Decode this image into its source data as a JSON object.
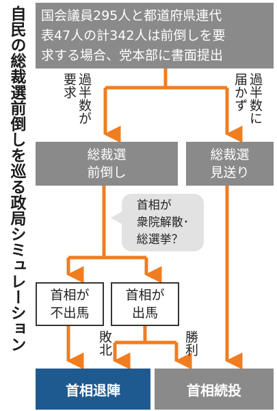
{
  "title": "自民の総裁選前倒しを巡る政局シミュレーション",
  "top_box": {
    "line1": "国会議員295人と都道府県連代",
    "line2": "表47人の計342人は前倒しを要",
    "line3": "求する場合、党本部に書面提出"
  },
  "labels": {
    "majority_col1": "過半数が",
    "majority_col2": "要求",
    "short_col1": "過半数に",
    "short_col2": "届かず",
    "defeat": "敗北",
    "win": "勝利"
  },
  "box_zensai": {
    "line1": "総裁選",
    "line2": "前倒し"
  },
  "box_miokuri": {
    "line1": "総裁選",
    "line2": "見送り"
  },
  "thought": {
    "line1": "首相が",
    "line2": "衆院解散･",
    "line3": "総選挙？"
  },
  "box_fushutsuba": {
    "line1": "首相が",
    "line2": "不出馬"
  },
  "box_shutsuba": {
    "line1": "首相が",
    "line2": "出馬"
  },
  "box_taijin": "首相退陣",
  "box_zokuto": "首相続投",
  "colors": {
    "arrow": "#f07d1f",
    "box_gray": "#8a8a8a",
    "box_blue": "#1e5a8f"
  }
}
